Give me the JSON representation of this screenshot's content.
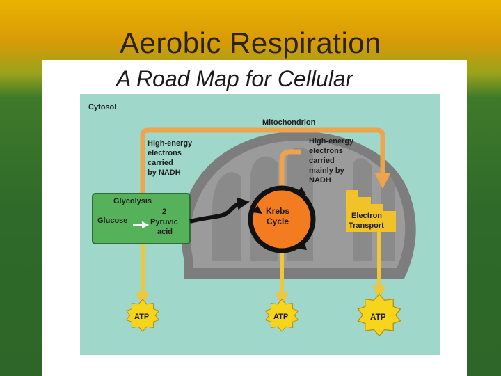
{
  "slide": {
    "title": "Aerobic Respiration",
    "subtitle": "A Road Map for Cellular"
  },
  "diagram": {
    "cytosol_label": "Cytosol",
    "mitochondrion_label": "Mitochondrion",
    "nadh_left_lines": [
      "High-energy",
      "electrons",
      "carried",
      "by NADH"
    ],
    "nadh_right_lines": [
      "High-energy",
      "electrons",
      "carried",
      "mainly by",
      "NADH"
    ],
    "glycolysis": {
      "title": "Glycolysis",
      "glucose": "Glucose",
      "pyruvic_lines": [
        "2",
        "Pyruvic",
        "acid"
      ]
    },
    "krebs_lines": [
      "Krebs",
      "Cycle"
    ],
    "electron_transport_lines": [
      "Electron",
      "Transport"
    ],
    "atp_labels": [
      "ATP",
      "ATP",
      "ATP"
    ],
    "colors": {
      "background": "#9fd8ca",
      "mitochondrion": "#7d7d7d",
      "glycolysis_box": "#56b25a",
      "krebs": "#f47c20",
      "electron_transport": "#f2c229",
      "nadh_arrow": "#f0a44a",
      "atp_arrow": "#f0c63a",
      "atp_burst": "#f7d51c"
    }
  }
}
